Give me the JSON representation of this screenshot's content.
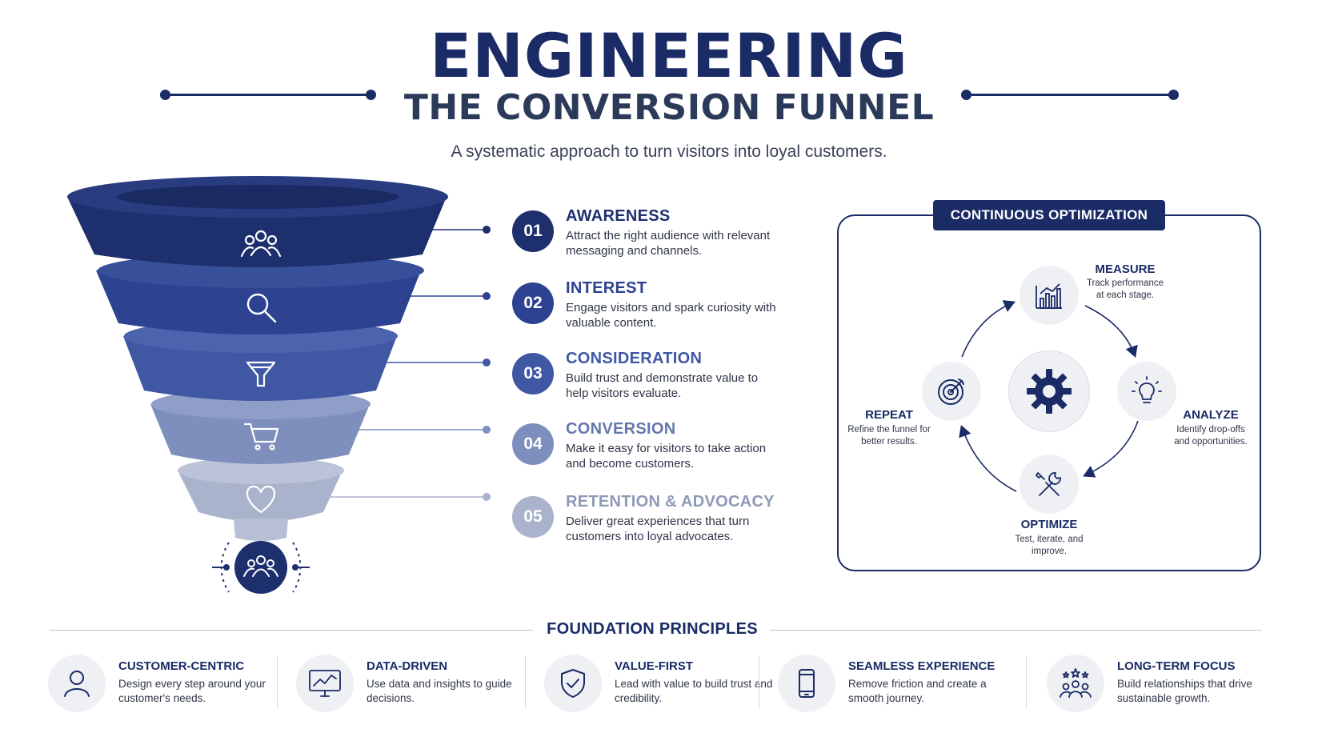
{
  "header": {
    "title": "ENGINEERING",
    "subtitle": "THE CONVERSION FUNNEL",
    "tagline": "A systematic approach to turn visitors into loyal customers."
  },
  "colors": {
    "navy": "#1a2b66",
    "stage1": "#1e2f6e",
    "stage2": "#2d4290",
    "stage3": "#4058a4",
    "stage4": "#7e8fbd",
    "stage5": "#aab3cc"
  },
  "stages": [
    {
      "number": "01",
      "title": "AWARENESS",
      "description": "Attract the right audience with relevant messaging and channels.",
      "icon": "users-icon"
    },
    {
      "number": "02",
      "title": "INTEREST",
      "description": "Engage visitors and spark curiosity with valuable content.",
      "icon": "search-icon"
    },
    {
      "number": "03",
      "title": "CONSIDERATION",
      "description": "Build trust and demonstrate value to help visitors evaluate.",
      "icon": "filter-icon"
    },
    {
      "number": "04",
      "title": "CONVERSION",
      "description": "Make it easy for visitors to take action and become customers.",
      "icon": "cart-icon"
    },
    {
      "number": "05",
      "title": "RETENTION & ADVOCACY",
      "description": "Deliver great experiences that turn customers into loyal advocates.",
      "icon": "heart-icon"
    }
  ],
  "optimization": {
    "title": "CONTINUOUS OPTIMIZATION",
    "measure": {
      "label": "MEASURE",
      "description": "Track performance at each stage.",
      "icon": "bar-chart-icon"
    },
    "analyze": {
      "label": "ANALYZE",
      "description": "Identify drop-offs and opportunities.",
      "icon": "lightbulb-icon"
    },
    "optimize": {
      "label": "OPTIMIZE",
      "description": "Test, iterate, and improve.",
      "icon": "tools-icon"
    },
    "repeat": {
      "label": "REPEAT",
      "description": "Refine the funnel for better results.",
      "icon": "target-icon"
    },
    "center_icon": "gear-icon"
  },
  "foundation": {
    "title": "FOUNDATION PRINCIPLES",
    "principles": [
      {
        "title": "CUSTOMER-CENTRIC",
        "description": "Design every step around your customer's needs.",
        "icon": "user-icon"
      },
      {
        "title": "DATA-DRIVEN",
        "description": "Use data and insights to guide decisions.",
        "icon": "monitor-chart-icon"
      },
      {
        "title": "VALUE-FIRST",
        "description": "Lead with value to build trust and credibility.",
        "icon": "shield-check-icon"
      },
      {
        "title": "SEAMLESS EXPERIENCE",
        "description": "Remove friction and create a smooth journey.",
        "icon": "mobile-icon"
      },
      {
        "title": "LONG-TERM FOCUS",
        "description": "Build relationships that drive sustainable growth.",
        "icon": "team-stars-icon"
      }
    ]
  }
}
